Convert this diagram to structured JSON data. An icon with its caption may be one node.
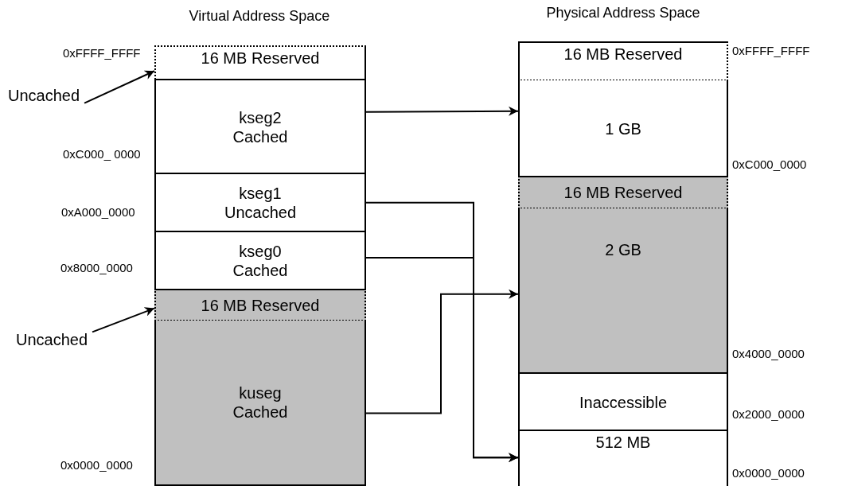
{
  "diagram": {
    "nodes": [
      {
        "text": [
          "16 MB Reserved"
        ]
      },
      {
        "text": [
          "Uncached"
        ]
      },
      {
        "text": [
          "kseg2 Cached"
        ]
      },
      {
        "text": [
          "kseg1 Uncached"
        ]
      },
      {
        "text": [
          "kseg0 Cached"
        ]
      },
      {
        "text": [
          "16 MB Reserved"
        ]
      },
      {
        "text": [
          "Uncached"
        ]
      },
      {
        "text": [
          "kuseg Cached"
        ]
      },
      {
        "text": [
          "16 MB Reserved"
        ]
      },
      {
        "text": [
          "1 GB"
        ]
      },
      {
        "text": [
          "16 MB Reserved"
        ]
      },
      {
        "text": [
          "2 GB"
        ]
      },
      {
        "text": [
          "Inaccessible"
        ]
      },
      {
        "text": [
          "512 MB"
        ]
      }
    ],
    "edges": [
      {
        "from": 1,
        "to": 0,
        "arrow": "to"
      },
      {
        "from": 6,
        "to": 5,
        "arrow": "to"
      },
      {
        "from": 2,
        "to": 9,
        "arrow": "to"
      },
      {
        "from": 3,
        "to": 13,
        "arrow": "to"
      },
      {
        "from": 4,
        "to": 13,
        "arrow": "to"
      },
      {
        "from": 7,
        "to": 11,
        "arrow": "to"
      }
    ],
    "labels": [
      "Virtual Address Space",
      "Physical Address Space",
      "0xFFFF_FFFF",
      "0xFFFF_FFFF",
      "0xC000_ 0000",
      "0xC000_0000",
      "0xA000_0000",
      "0x8000_0000",
      "0x4000_0000",
      "0x2000_0000",
      "0x0000_0000",
      "0x0000_0000"
    ]
  }
}
